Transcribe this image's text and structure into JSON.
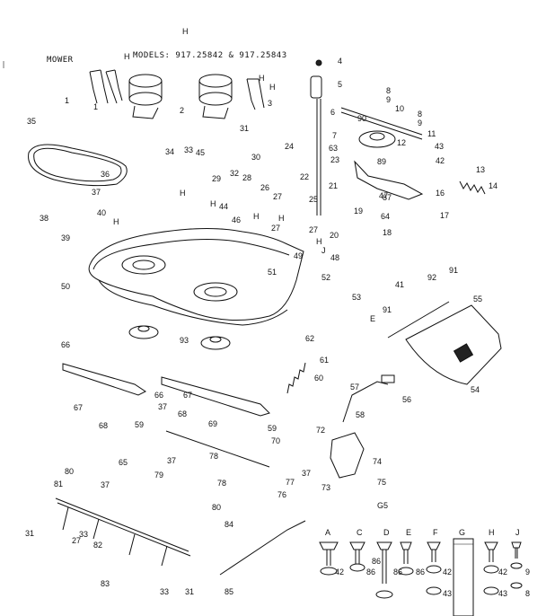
{
  "header": {
    "section_label": "MOWER",
    "models_text": "MODELS: 917.25842 & 917.25843"
  },
  "part_labels": [
    "1",
    "1",
    "2",
    "3",
    "4",
    "5",
    "6",
    "7",
    "8",
    "8",
    "9",
    "9",
    "10",
    "11",
    "12",
    "13",
    "14",
    "16",
    "17",
    "18",
    "19",
    "20",
    "21",
    "22",
    "23",
    "24",
    "25",
    "26",
    "27",
    "27",
    "27",
    "27",
    "28",
    "29",
    "30",
    "31",
    "31",
    "31",
    "32",
    "33",
    "33",
    "33",
    "34",
    "35",
    "36",
    "37",
    "37",
    "37",
    "37",
    "37",
    "38",
    "39",
    "40",
    "41",
    "42",
    "43",
    "44",
    "45",
    "46",
    "47",
    "48",
    "49",
    "50",
    "51",
    "52",
    "53",
    "54",
    "55",
    "56",
    "57",
    "58",
    "59",
    "59",
    "60",
    "61",
    "62",
    "63",
    "64",
    "65",
    "66",
    "66",
    "67",
    "67",
    "68",
    "68",
    "69",
    "70",
    "72",
    "73",
    "74",
    "75",
    "76",
    "77",
    "78",
    "78",
    "79",
    "80",
    "80",
    "81",
    "82",
    "83",
    "84",
    "85",
    "86",
    "87",
    "89",
    "90",
    "91",
    "91",
    "92",
    "93"
  ],
  "hardware_key": [
    {
      "letter": "A",
      "numbers": [
        "42"
      ]
    },
    {
      "letter": "C",
      "numbers": [
        "86"
      ]
    },
    {
      "letter": "D",
      "numbers": [
        "86"
      ]
    },
    {
      "letter": "E",
      "numbers": [
        "86"
      ]
    },
    {
      "letter": "F",
      "numbers": [
        "42",
        "43"
      ]
    },
    {
      "letter": "G",
      "numbers": []
    },
    {
      "letter": "H",
      "numbers": [
        "42",
        "43"
      ]
    },
    {
      "letter": "J",
      "numbers": [
        "9",
        "8"
      ]
    }
  ],
  "callout_letters": [
    "H",
    "H",
    "H",
    "H",
    "H",
    "H",
    "H",
    "H",
    "H",
    "H",
    "E",
    "J",
    "G5"
  ]
}
